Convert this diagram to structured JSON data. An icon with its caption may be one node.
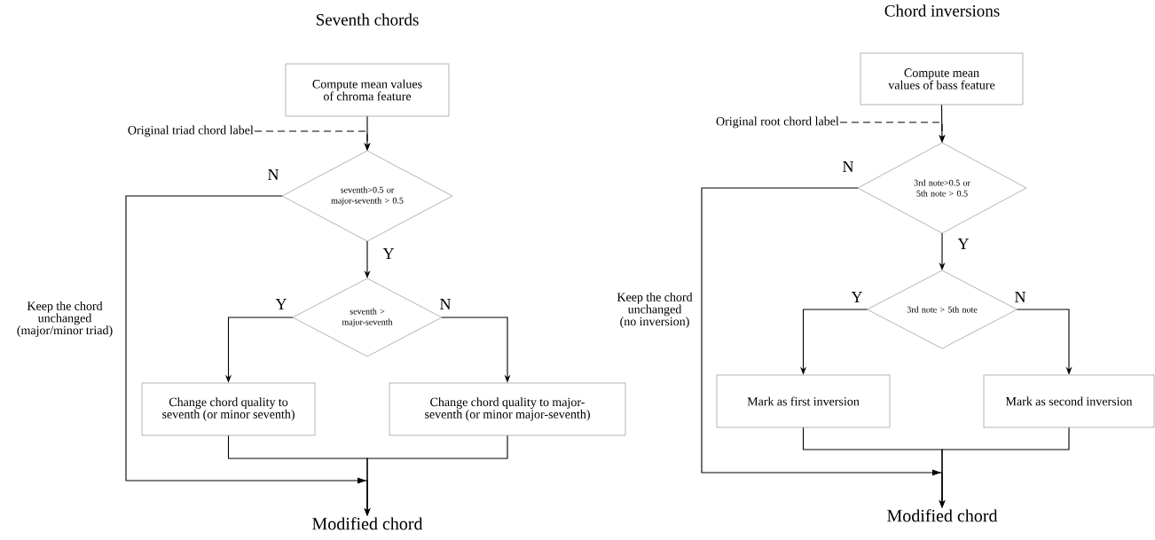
{
  "diagram": {
    "nodes": [
      {
        "text": [
          "Compute mean values of chroma feature"
        ]
      },
      {
        "text": [
          "Original triad chord label"
        ]
      },
      {
        "text": [
          "seventh>0.5 or major-seventh > 0.5"
        ]
      },
      {
        "text": [
          "seventh > major-seventh"
        ]
      },
      {
        "text": [
          "Change chord quality to seventh (or minor seventh)"
        ]
      },
      {
        "text": [
          "Change chord quality to major-seventh (or minor major-seventh)"
        ]
      },
      {
        "text": [
          "Modified chord"
        ]
      },
      {
        "text": [
          "Compute mean values of bass feature"
        ]
      },
      {
        "text": [
          "Original root chord label"
        ]
      },
      {
        "text": [
          "3rd note>0.5 or 5th note > 0.5"
        ]
      },
      {
        "text": [
          "3rd note > 5th note"
        ]
      },
      {
        "text": [
          "Mark as first inversion"
        ]
      },
      {
        "text": [
          "Mark as second inversion"
        ]
      },
      {
        "text": [
          "Modified chord"
        ]
      }
    ],
    "edges": [
      {
        "from": 0,
        "to": 2,
        "arrow": "to"
      },
      {
        "from": 1,
        "to": 2,
        "arrow": "to",
        "style": "dashed"
      },
      {
        "from": 2,
        "to": 6,
        "arrow": "to",
        "label": "N"
      },
      {
        "from": 2,
        "to": 3,
        "arrow": "to",
        "label": "Y"
      },
      {
        "from": 3,
        "to": 4,
        "arrow": "to",
        "label": "Y"
      },
      {
        "from": 3,
        "to": 5,
        "arrow": "to",
        "label": "N"
      },
      {
        "from": 4,
        "to": 6,
        "arrow": "to"
      },
      {
        "from": 5,
        "to": 6,
        "arrow": "to"
      },
      {
        "from": 7,
        "to": 9,
        "arrow": "to"
      },
      {
        "from": 8,
        "to": 9,
        "arrow": "to",
        "style": "dashed"
      },
      {
        "from": 9,
        "to": 13,
        "arrow": "to",
        "label": "N"
      },
      {
        "from": 9,
        "to": 10,
        "arrow": "to",
        "label": "Y"
      },
      {
        "from": 10,
        "to": 11,
        "arrow": "to",
        "label": "Y"
      },
      {
        "from": 10,
        "to": 12,
        "arrow": "to",
        "label": "N"
      },
      {
        "from": 11,
        "to": 13,
        "arrow": "to"
      },
      {
        "from": 12,
        "to": 13,
        "arrow": "to"
      }
    ],
    "labels": [
      "Seventh chords",
      "Keep the chord unchanged (major/minor triad)",
      "Chord inversions",
      "Keep the chord unchanged (no inversion)"
    ]
  }
}
